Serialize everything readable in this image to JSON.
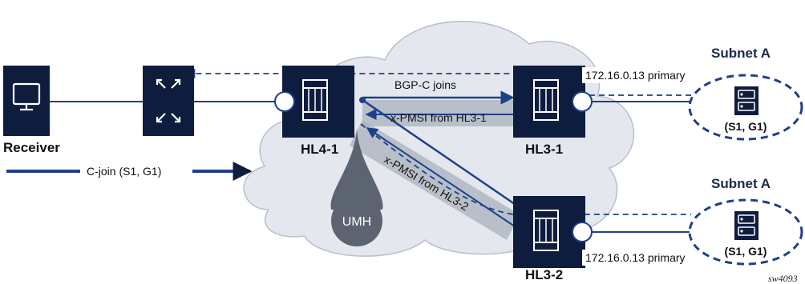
{
  "nodes": {
    "receiver": {
      "label": "Receiver",
      "icon": "monitor-icon"
    },
    "switch": {
      "icon": "switch-arrows-icon"
    },
    "hl4_1": {
      "label": "HL4-1",
      "icon": "router-icon"
    },
    "hl3_1": {
      "label": "HL3-1",
      "icon": "router-icon"
    },
    "hl3_2": {
      "label": "HL3-2",
      "icon": "router-icon"
    },
    "umh": {
      "label": "UMH"
    }
  },
  "links": {
    "bgp_c_joins": "BGP-C joins",
    "xpmsi_hl3_1": "x-PMSI from HL3-1",
    "xpmsi_hl3_2": "x-PMSI from HL3-2",
    "cjoin": "C-join (S1, G1)"
  },
  "subnets": {
    "top": {
      "title": "Subnet A",
      "address": "172.16.0.13 primary",
      "group": "(S1, G1)",
      "icon": "server-icon"
    },
    "bottom": {
      "title": "Subnet A",
      "address": "172.16.0.13 primary",
      "group": "(S1, G1)",
      "icon": "server-icon"
    }
  },
  "figure_id": "sw4093",
  "colors": {
    "navy": "#0e1d3e",
    "line_blue": "#1f3f8a",
    "cloud": "#e4e8ee",
    "cloud_stroke": "#b7bfcb",
    "grey_band": "#a9b1bb",
    "umh": "#5b6470"
  }
}
